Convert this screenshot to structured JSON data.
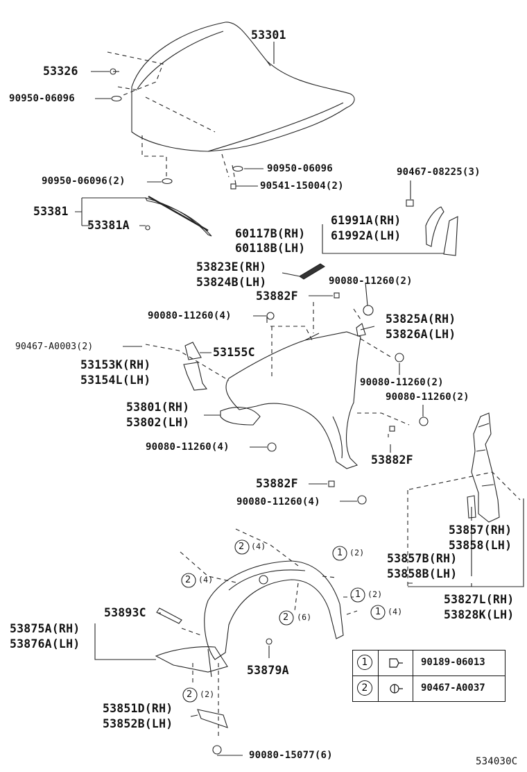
{
  "diagram_code": "534030C",
  "callouts": {
    "hood": "53301",
    "hood_stop": "53326",
    "hood_plug_1": "90950-06096",
    "hood_plug_2": "90950-06096(2)",
    "hood_plug_3": "90950-06096",
    "hood_clip": "90541-15004(2)",
    "hood_seal": "53381",
    "hood_seal_clip": "53381A",
    "seal_rh": "60117B(RH)",
    "seal_lh": "60118B(LH)",
    "garnish_rh": "61991A(RH)",
    "garnish_lh": "61992A(LH)",
    "garnish_clip": "90467-08225(3)",
    "fender_seal_rh": "53823E(RH)",
    "fender_seal_lh": "53824B(LH)",
    "bracket_f1": "53882F",
    "bolt_a": "90080-11260(2)",
    "bolt_b": "90080-11260(4)",
    "bracket_rh": "53825A(RH)",
    "bracket_lh": "53826A(LH)",
    "clip_c": "90467-A0003(2)",
    "protector": "53155C",
    "support_rh": "53153K(RH)",
    "support_lh": "53154L(LH)",
    "bolt_c": "90080-11260(2)",
    "fender_rh": "53801(RH)",
    "fender_lh": "53802(LH)",
    "bolt_d": "90080-11260(2)",
    "bolt_e": "90080-11260(4)",
    "bracket_f2": "53882F",
    "bracket_f3": "53882F",
    "bolt_f": "90080-11260(4)",
    "cover_rh": "53857(RH)",
    "cover_lh": "53858(LH)",
    "cover_b_rh": "53857B(RH)",
    "cover_b_lh": "53858B(LH)",
    "panel_rh": "53827L(RH)",
    "panel_lh": "53828K(LH)",
    "liner_clip": "53893C",
    "liner_rh": "53875A(RH)",
    "liner_lh": "53876A(LH)",
    "liner_screw": "53879A",
    "splash_rh": "53851D(RH)",
    "splash_lh": "53852B(LH)",
    "bolt_g": "90080-15077(6)"
  },
  "ref_marks": {
    "r2_4a": "(4)",
    "r2_4b": "(4)",
    "r1_2a": "(2)",
    "r1_2b": "(2)",
    "r2_6": "(6)",
    "r1_4": "(4)",
    "r2_2": "(2)"
  },
  "legend": [
    {
      "mark": "1",
      "part": "90189-06013"
    },
    {
      "mark": "2",
      "part": "90467-A0037"
    }
  ]
}
